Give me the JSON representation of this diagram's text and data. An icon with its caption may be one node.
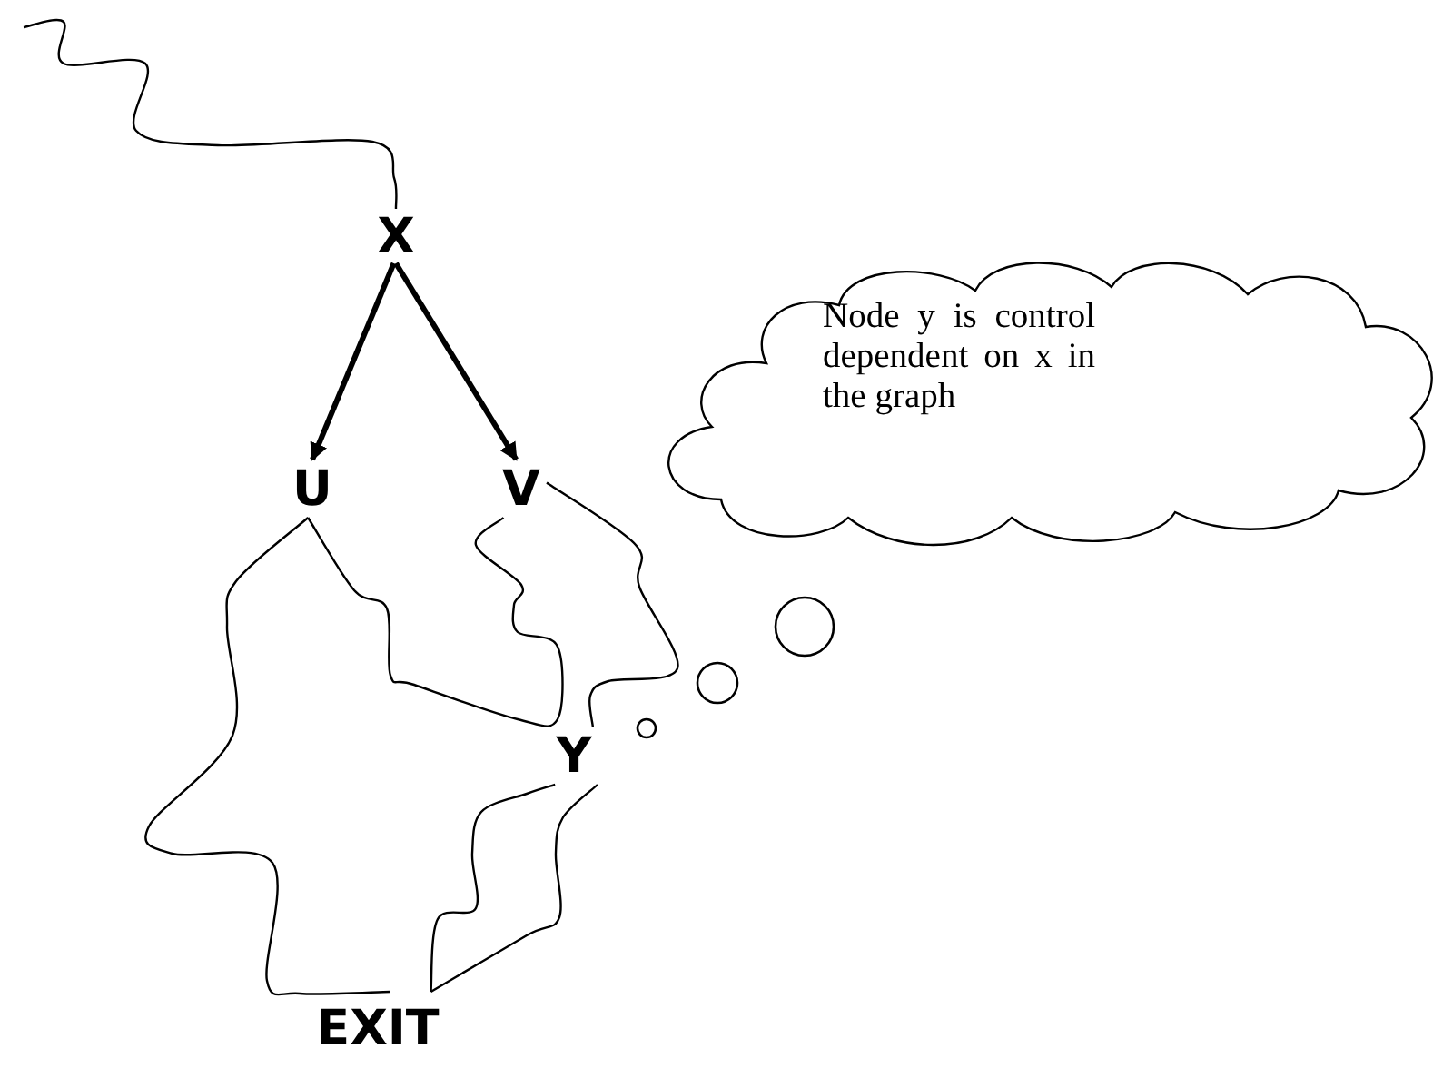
{
  "diagram": {
    "nodes": [
      {
        "text": [
          "X"
        ]
      },
      {
        "text": [
          "U"
        ]
      },
      {
        "text": [
          "V"
        ]
      },
      {
        "text": [
          "Y"
        ]
      },
      {
        "text": [
          "EXIT"
        ]
      },
      {
        "text": [
          "Node y is control dependent on x in the graph"
        ]
      }
    ],
    "edges": [
      {
        "from": null,
        "to": 0,
        "arrow": "none"
      },
      {
        "from": 0,
        "to": 1,
        "arrow": "to",
        "style": "thick"
      },
      {
        "from": 0,
        "to": 2,
        "arrow": "to",
        "style": "thick"
      },
      {
        "from": 1,
        "to": 2,
        "arrow": "none"
      },
      {
        "from": 2,
        "to": 3,
        "arrow": "none"
      },
      {
        "from": 1,
        "to": 4,
        "arrow": "none"
      },
      {
        "from": 3,
        "to": 4,
        "arrow": "none"
      },
      {
        "from": 3,
        "to": 4,
        "arrow": "none"
      }
    ]
  }
}
